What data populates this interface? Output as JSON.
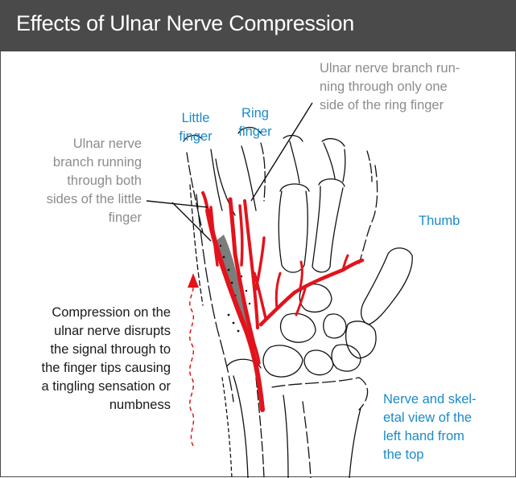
{
  "title": "Effects of Ulnar Nerve Compression",
  "labels": {
    "little_finger": [
      "Little",
      "finger"
    ],
    "ring_finger": [
      "Ring",
      "finger"
    ],
    "thumb": [
      "Thumb"
    ],
    "branch_one_side": [
      "Ulnar nerve branch run-",
      "ning through only one",
      "side  of the ring finger"
    ],
    "branch_both_sides": [
      "Ulnar nerve",
      "branch running",
      "through both",
      "sides of the little",
      "finger"
    ],
    "compression_note": [
      "Compression on the",
      "ulnar nerve disrupts",
      "the signal through to",
      "the finger tips causing",
      "a tingling sensation or",
      "numbness"
    ],
    "view_caption": [
      "Nerve and skel-",
      "etal view of the",
      "left hand from",
      "the top"
    ]
  },
  "colors": {
    "title_bar": "#4a4a4a",
    "title_text": "#ffffff",
    "nerve": "#e2131c",
    "label_gray": "#8c8c8c",
    "label_blue": "#1a8ac8",
    "label_black": "#1a1a1a",
    "outline": "#111111"
  }
}
